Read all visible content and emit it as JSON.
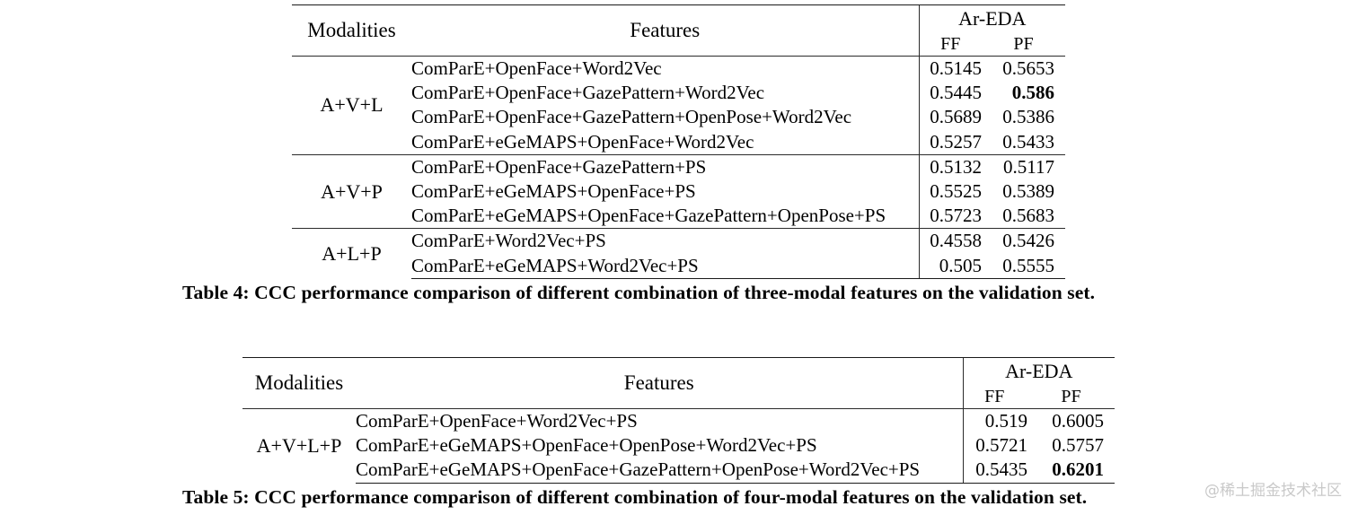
{
  "tables": [
    {
      "id": "table-4",
      "headers": {
        "modalities": "Modalities",
        "features": "Features",
        "group": "Ar-EDA",
        "sub_ff": "FF",
        "sub_pf": "PF"
      },
      "groups": [
        {
          "modality": "A+V+L",
          "rows": [
            {
              "feature": "ComParE+OpenFace+Word2Vec",
              "ff": "0.5145",
              "pf": "0.5653",
              "ff_bold": false,
              "pf_bold": false
            },
            {
              "feature": "ComParE+OpenFace+GazePattern+Word2Vec",
              "ff": "0.5445",
              "pf": "0.586",
              "ff_bold": false,
              "pf_bold": true
            },
            {
              "feature": "ComParE+OpenFace+GazePattern+OpenPose+Word2Vec",
              "ff": "0.5689",
              "pf": "0.5386",
              "ff_bold": false,
              "pf_bold": false
            },
            {
              "feature": "ComParE+eGeMAPS+OpenFace+Word2Vec",
              "ff": "0.5257",
              "pf": "0.5433",
              "ff_bold": false,
              "pf_bold": false
            }
          ]
        },
        {
          "modality": "A+V+P",
          "rows": [
            {
              "feature": "ComParE+OpenFace+GazePattern+PS",
              "ff": "0.5132",
              "pf": "0.5117",
              "ff_bold": false,
              "pf_bold": false
            },
            {
              "feature": "ComParE+eGeMAPS+OpenFace+PS",
              "ff": "0.5525",
              "pf": "0.5389",
              "ff_bold": false,
              "pf_bold": false
            },
            {
              "feature": "ComParE+eGeMAPS+OpenFace+GazePattern+OpenPose+PS",
              "ff": "0.5723",
              "pf": "0.5683",
              "ff_bold": false,
              "pf_bold": false
            }
          ]
        },
        {
          "modality": "A+L+P",
          "rows": [
            {
              "feature": "ComParE+Word2Vec+PS",
              "ff": "0.4558",
              "pf": "0.5426",
              "ff_bold": false,
              "pf_bold": false
            },
            {
              "feature": "ComParE+eGeMAPS+Word2Vec+PS",
              "ff": "0.505",
              "pf": "0.5555",
              "ff_bold": false,
              "pf_bold": false
            }
          ]
        }
      ],
      "caption": "Table 4: CCC performance comparison of different combination of three-modal features on the validation set."
    },
    {
      "id": "table-5",
      "headers": {
        "modalities": "Modalities",
        "features": "Features",
        "group": "Ar-EDA",
        "sub_ff": "FF",
        "sub_pf": "PF"
      },
      "groups": [
        {
          "modality": "A+V+L+P",
          "rows": [
            {
              "feature": "ComParE+OpenFace+Word2Vec+PS",
              "ff": "0.519",
              "pf": "0.6005",
              "ff_bold": false,
              "pf_bold": false
            },
            {
              "feature": "ComParE+eGeMAPS+OpenFace+OpenPose+Word2Vec+PS",
              "ff": "0.5721",
              "pf": "0.5757",
              "ff_bold": false,
              "pf_bold": false
            },
            {
              "feature": "ComParE+eGeMAPS+OpenFace+GazePattern+OpenPose+Word2Vec+PS",
              "ff": "0.5435",
              "pf": "0.6201",
              "ff_bold": false,
              "pf_bold": true
            }
          ]
        }
      ],
      "caption": "Table 5: CCC performance comparison of different combination of four-modal features on the validation set."
    }
  ],
  "watermark": "@稀土掘金技术社区"
}
